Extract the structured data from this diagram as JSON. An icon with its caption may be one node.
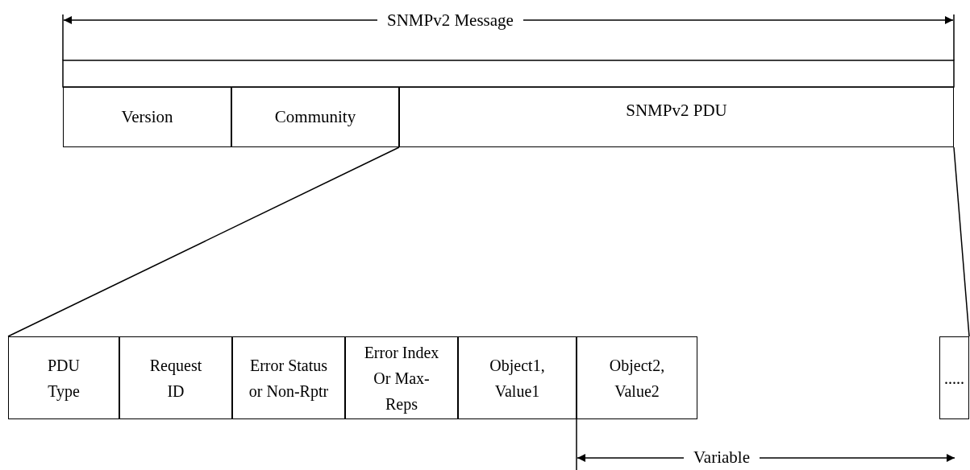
{
  "diagram": {
    "nodes": [
      {
        "text": [
          "Version"
        ]
      },
      {
        "text": [
          "Community"
        ]
      },
      {
        "text": [
          "SNMPv2 PDU"
        ]
      },
      {
        "text": [
          "PDU Type"
        ]
      },
      {
        "text": [
          "Request ID"
        ]
      },
      {
        "text": [
          "Error Status or Non-Rptr"
        ]
      },
      {
        "text": [
          "Error Index Or Max-Reps"
        ]
      },
      {
        "text": [
          "Object1, Value1"
        ]
      },
      {
        "text": [
          "Object2, Value2"
        ]
      },
      {
        "text": [
          "....."
        ]
      }
    ],
    "edges": [
      {
        "from": 2,
        "to": 3,
        "arrow": "none"
      },
      {
        "from": 2,
        "to": 9,
        "arrow": "none"
      }
    ],
    "labels": [
      "SNMPv2 Message",
      "Variable"
    ]
  }
}
